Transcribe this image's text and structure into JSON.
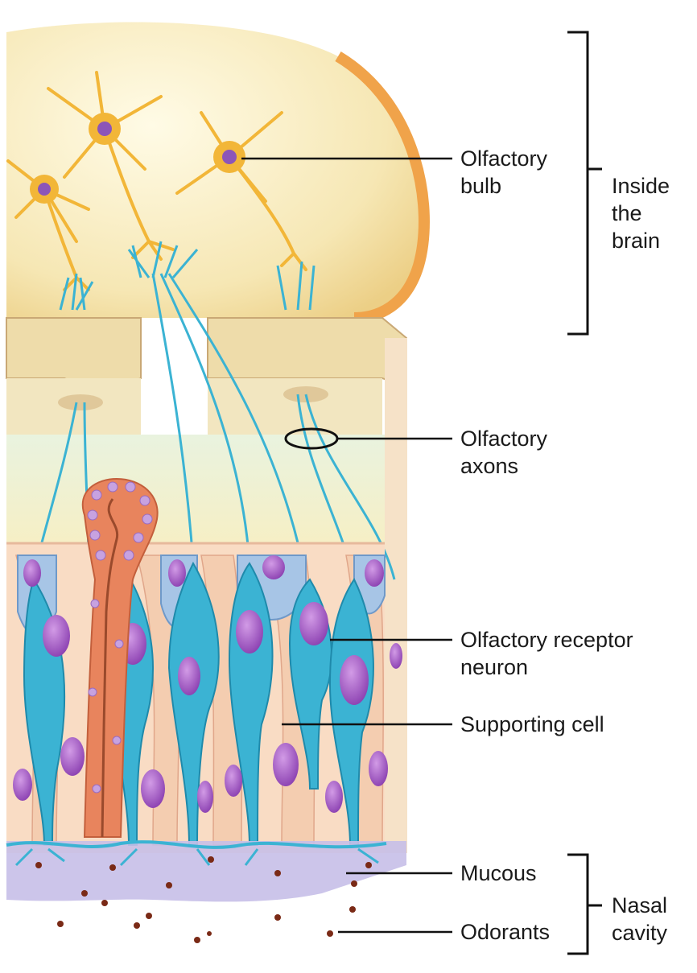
{
  "labels": {
    "olfactory_bulb": [
      "Olfactory",
      "bulb"
    ],
    "inside_brain": [
      "Inside",
      "the",
      "brain"
    ],
    "olfactory_axons": [
      "Olfactory",
      "axons"
    ],
    "receptor_neuron": [
      "Olfactory receptor",
      "neuron"
    ],
    "supporting_cell": "Supporting cell",
    "mucous": "Mucous",
    "odorants": "Odorants",
    "nasal_cavity": [
      "Nasal",
      "cavity"
    ]
  },
  "colors": {
    "bulb": "#f6e7b4",
    "bulb_edge": "#f0a34a",
    "neuron": "#f2b638",
    "bone": "#eedcaa",
    "receptor": "#3bb3d3",
    "supporting": "#f9dcc4",
    "nucleus": "#a657c7",
    "gland": "#e8845d",
    "mucus": "#c7bfe8",
    "odorant": "#7a2a16"
  }
}
